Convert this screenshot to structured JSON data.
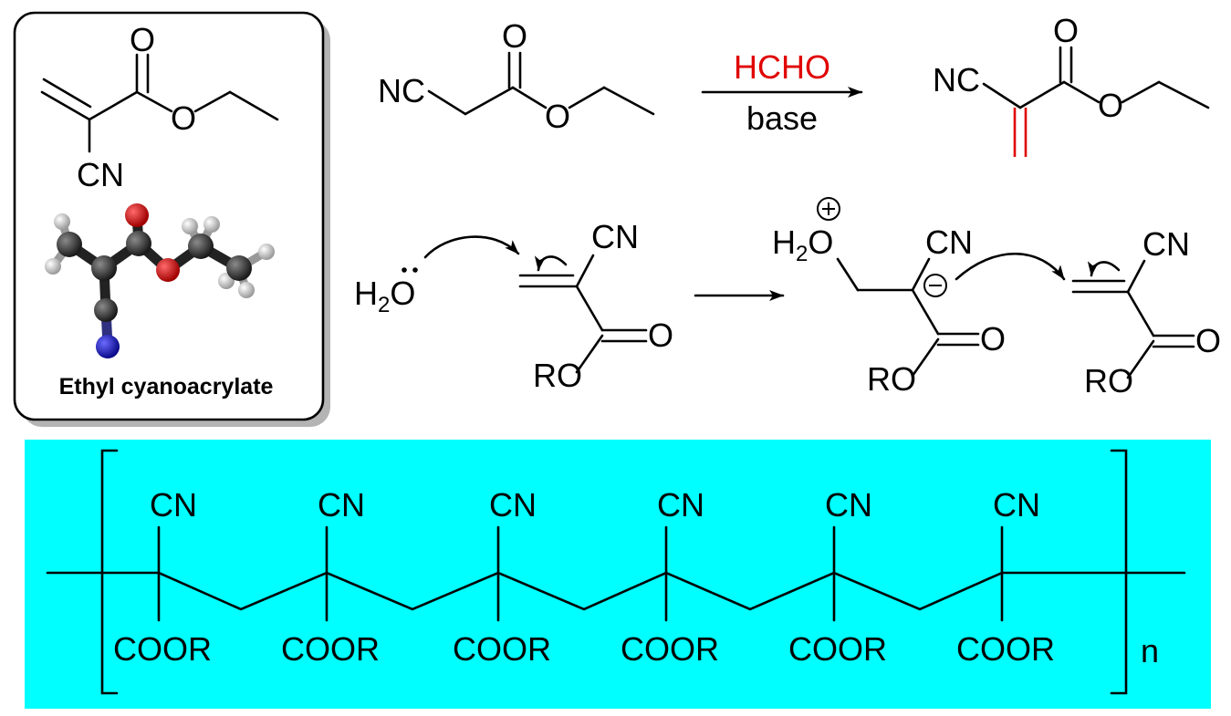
{
  "inset": {
    "caption": "Ethyl cyanoacrylate",
    "label_O": "O",
    "label_O_ester": "O",
    "label_CN": "CN"
  },
  "synthesis": {
    "reactant": {
      "NC": "NC",
      "O_carbonyl": "O",
      "O_ester": "O"
    },
    "reagent_above": "HCHO",
    "reagent_below": "base",
    "product": {
      "NC": "NC",
      "O_carbonyl": "O",
      "O_ester": "O"
    },
    "reagent_color": "#e00000"
  },
  "mechanism": {
    "water": "H",
    "water_sub": "2",
    "water_O": "O",
    "monomer1": {
      "CN": "CN",
      "O": "O",
      "RO": "RO"
    },
    "intermediate": {
      "H": "H",
      "sub": "2",
      "O": "O",
      "CN": "CN",
      "O_carbonyl": "O",
      "RO": "RO"
    },
    "monomer2": {
      "CN": "CN",
      "O": "O",
      "RO": "RO"
    }
  },
  "polymer": {
    "background": "#00ffff",
    "units": [
      {
        "top": "CN",
        "bottom": "COOR"
      },
      {
        "top": "CN",
        "bottom": "COOR"
      },
      {
        "top": "CN",
        "bottom": "COOR"
      },
      {
        "top": "CN",
        "bottom": "COOR"
      },
      {
        "top": "CN",
        "bottom": "COOR"
      },
      {
        "top": "CN",
        "bottom": "COOR"
      }
    ],
    "repeat": "n"
  }
}
